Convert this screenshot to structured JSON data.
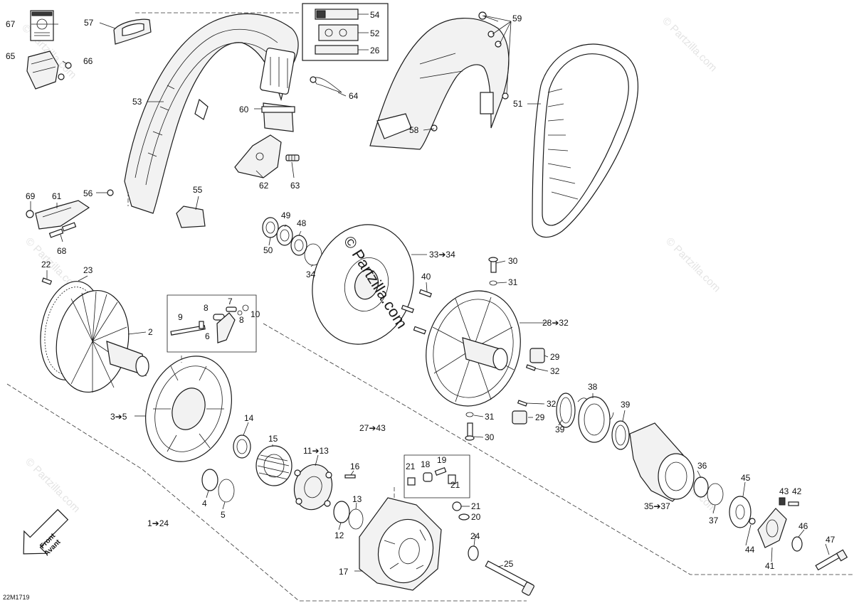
{
  "diagram_code": "22M1719",
  "watermark": "© Partzilla.com",
  "center_watermark": "© Partzilla.com",
  "direction_label": {
    "line1": "Front",
    "line2": "Avant"
  },
  "callouts": {
    "c67": "67",
    "c57": "57",
    "c54": "54",
    "c52": "52",
    "c26": "26",
    "c59": "59",
    "c65": "65",
    "c66": "66",
    "c53": "53",
    "c64": "64",
    "c60": "60",
    "c58": "58",
    "c51": "51",
    "c62": "62",
    "c63": "63",
    "c56": "56",
    "c55": "55",
    "c69": "69",
    "c61": "61",
    "c68": "68",
    "c49": "49",
    "c48": "48",
    "c50": "50",
    "c34": "34",
    "c33": "33➔34",
    "c30a": "30",
    "c31a": "31",
    "c40": "40",
    "c22": "22",
    "c23": "23",
    "c7": "7",
    "c9": "9",
    "c8a": "8",
    "c8b": "8",
    "c10": "10",
    "c6": "6",
    "c28": "28➔32",
    "c2": "2",
    "c29a": "29",
    "c32a": "32",
    "c38": "38",
    "c32b": "32",
    "c29b": "29",
    "c39a": "39",
    "c39b": "39",
    "c3": "3➔5",
    "c31b": "31",
    "c30b": "30",
    "c14": "14",
    "c27": "27➔43",
    "c15": "15",
    "c11": "11➔13",
    "c19": "19",
    "c18": "18",
    "c21a": "21",
    "c21b": "21",
    "c16": "16",
    "c36": "36",
    "c45": "45",
    "c43": "43",
    "c42": "42",
    "c35": "35➔37",
    "c37": "37",
    "c4": "4",
    "c5": "5",
    "c13": "13",
    "c21c": "21",
    "c20": "20",
    "c1": "1➔24",
    "c12": "12",
    "c24": "24",
    "c46": "46",
    "c44": "44",
    "c41": "41",
    "c47": "47",
    "c25": "25",
    "c17": "17"
  }
}
